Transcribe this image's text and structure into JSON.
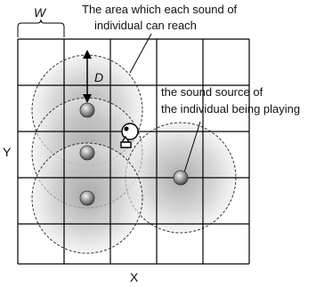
{
  "labels": {
    "w": "W",
    "d": "D",
    "area_line1": "The area which each sound of",
    "area_line2": "individual can reach",
    "source_line1": "the sound source of",
    "source_line2": "the individual being playing",
    "x_axis": "X",
    "y_axis": "Y"
  },
  "colors": {
    "grid": "#000000",
    "circle_fill_center": "#9a9a9a",
    "circle_fill_edge": "#ececec",
    "ball": "#808080"
  }
}
